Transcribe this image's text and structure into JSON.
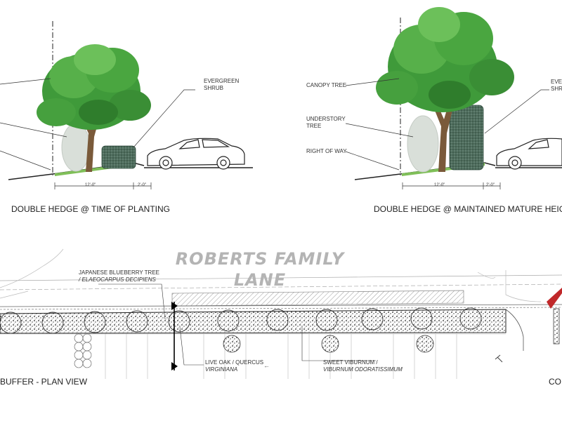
{
  "elevation_left": {
    "caption": "DOUBLE HEDGE @ TIME OF PLANTING",
    "shrub_label_1": "EVERGREEN",
    "shrub_label_2": "SHRUB",
    "dim_1": "12'-0\"",
    "dim_2": "2'-0\""
  },
  "elevation_right": {
    "caption": "DOUBLE HEDGE @ MAINTAINED MATURE HEIG",
    "canopy_label": "CANOPY TREE",
    "understory_label_1": "UNDERSTORY",
    "understory_label_2": "TREE",
    "row_label": "RIGHT OF WAY",
    "shrub_label_1": "EVER",
    "shrub_label_2": "SHRU",
    "dim_1": "12'-0\"",
    "dim_2": "2'-0\""
  },
  "plan": {
    "street_name_1": "ROBERTS FAMILY",
    "street_name_2": "LANE",
    "label_japanese_1": "JAPANESE BLUEBERRY TREE",
    "label_japanese_2": "/ ELAEOCARPUS DECIPIENS",
    "label_oak_1": "LIVE OAK / QUERCUS",
    "label_oak_2": "VIRGINIANA",
    "label_viburnum_1": "SWEET VIBURNUM /",
    "label_viburnum_2": "VIBURNUM ODORATISSIMUM",
    "caption_left": "BUFFER - PLAN VIEW",
    "caption_right": "CO"
  },
  "colors": {
    "tree_green": "#3f9a3a",
    "tree_green_light": "#6cc05a",
    "hedge_dark": "#4c6b5a",
    "understory": "#d8ddd8",
    "street_text": "#b4b4b4",
    "red_accent": "#c0282a"
  }
}
